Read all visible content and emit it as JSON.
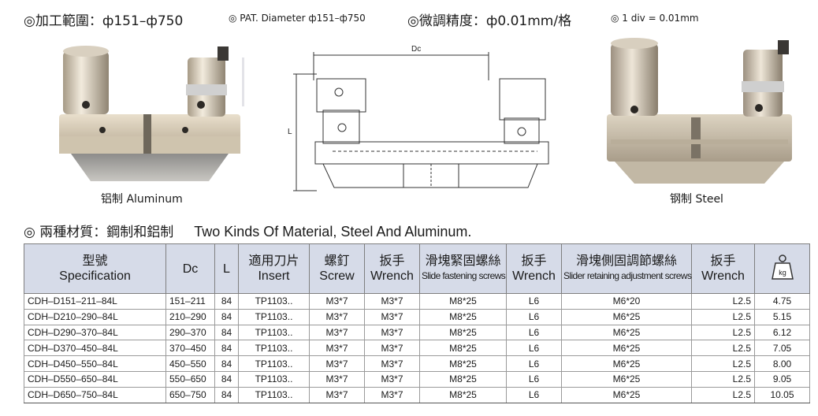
{
  "header": {
    "range_zh": "◎加工範圍：ф151–ф750",
    "range_en": "◎ PAT. Diameter ф151–ф750",
    "precision_zh": "◎微調精度：ф0.01mm/格",
    "precision_en": "◎ 1 div = 0.01mm"
  },
  "figures": {
    "aluminum_caption": "铝制 Aluminum",
    "steel_caption": "钢制 Steel",
    "drawing_dc_label": "Dc",
    "drawing_l_label": "L"
  },
  "section": {
    "title_zh": "◎ 兩種材質：鋼制和鋁制",
    "title_en": "Two Kinds Of Material, Steel And Aluminum."
  },
  "table": {
    "headers": {
      "spec_zh": "型號",
      "spec_en": "Specification",
      "dc": "Dc",
      "l": "L",
      "insert_zh": "適用刀片",
      "insert_en": "Insert",
      "screw_zh": "螺釘",
      "screw_en": "Screw",
      "wrench1_zh": "扳手",
      "wrench1_en": "Wrench",
      "slide_zh": "滑塊緊固螺絲",
      "slide_en": "Slide fastening screws",
      "wrench2_zh": "扳手",
      "wrench2_en": "Wrench",
      "adjust_zh": "滑塊側固調節螺絲",
      "adjust_en": "Slider retaining adjustment screws",
      "wrench3_zh": "扳手",
      "wrench3_en": "Wrench",
      "weight_icon_label": "kg"
    },
    "rows": [
      [
        "CDH–D151–211–84L",
        "151–211",
        "84",
        "TP1103..",
        "M3*7",
        "M3*7",
        "M8*25",
        "L6",
        "M6*20",
        "L2.5",
        "4.75"
      ],
      [
        "CDH–D210–290–84L",
        "210–290",
        "84",
        "TP1103..",
        "M3*7",
        "M3*7",
        "M8*25",
        "L6",
        "M6*25",
        "L2.5",
        "5.15"
      ],
      [
        "CDH–D290–370–84L",
        "290–370",
        "84",
        "TP1103..",
        "M3*7",
        "M3*7",
        "M8*25",
        "L6",
        "M6*25",
        "L2.5",
        "6.12"
      ],
      [
        "CDH–D370–450–84L",
        "370–450",
        "84",
        "TP1103..",
        "M3*7",
        "M3*7",
        "M8*25",
        "L6",
        "M6*25",
        "L2.5",
        "7.05"
      ],
      [
        "CDH–D450–550–84L",
        "450–550",
        "84",
        "TP1103..",
        "M3*7",
        "M3*7",
        "M8*25",
        "L6",
        "M6*25",
        "L2.5",
        "8.00"
      ],
      [
        "CDH–D550–650–84L",
        "550–650",
        "84",
        "TP1103..",
        "M3*7",
        "M3*7",
        "M8*25",
        "L6",
        "M6*25",
        "L2.5",
        "9.05"
      ],
      [
        "CDH–D650–750–84L",
        "650–750",
        "84",
        "TP1103..",
        "M3*7",
        "M3*7",
        "M8*25",
        "L6",
        "M6*25",
        "L2.5",
        "10.05"
      ]
    ]
  }
}
